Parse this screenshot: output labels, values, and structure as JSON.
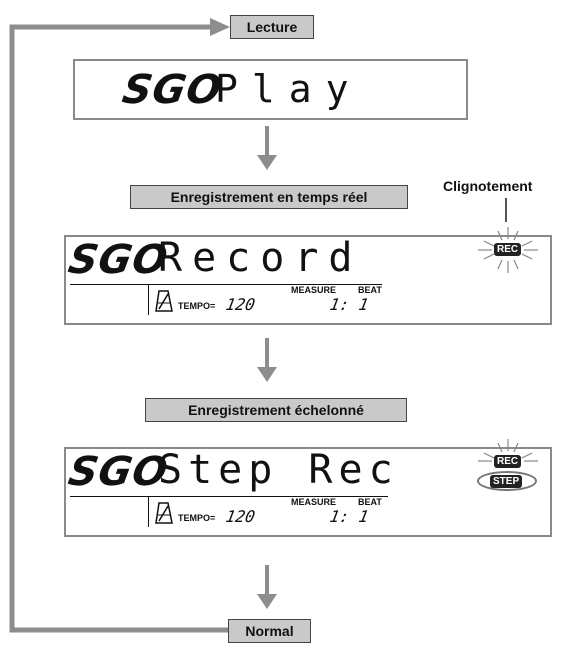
{
  "labels": {
    "play": "Lecture",
    "realtime": "Enregistrement en temps réel",
    "step": "Enregistrement échelonné",
    "normal": "Normal",
    "blink": "Clignotement"
  },
  "lcd_prefix": "SGO",
  "screens": {
    "play": {
      "text": "Play"
    },
    "record": {
      "text": "Record",
      "tempo_label": "TEMPO=",
      "tempo_value": "120",
      "measure_label": "MEASURE",
      "beat_label": "BEAT",
      "measure_beat": "1: 1",
      "badge": "REC"
    },
    "step": {
      "text": "Step Rec",
      "tempo_label": "TEMPO=",
      "tempo_value": "120",
      "measure_label": "MEASURE",
      "beat_label": "BEAT",
      "measure_beat": "1: 1",
      "badge_rec": "REC",
      "badge_step": "STEP"
    }
  },
  "icons": {
    "metronome": "metronome-icon",
    "loop_line": "loop-arrow-line",
    "down_arrow": "down-arrow-icon"
  },
  "colors": {
    "label_bg": "#c9c9c9",
    "arrow": "#8d8d8d",
    "lcd_border": "#8a8a8a"
  }
}
